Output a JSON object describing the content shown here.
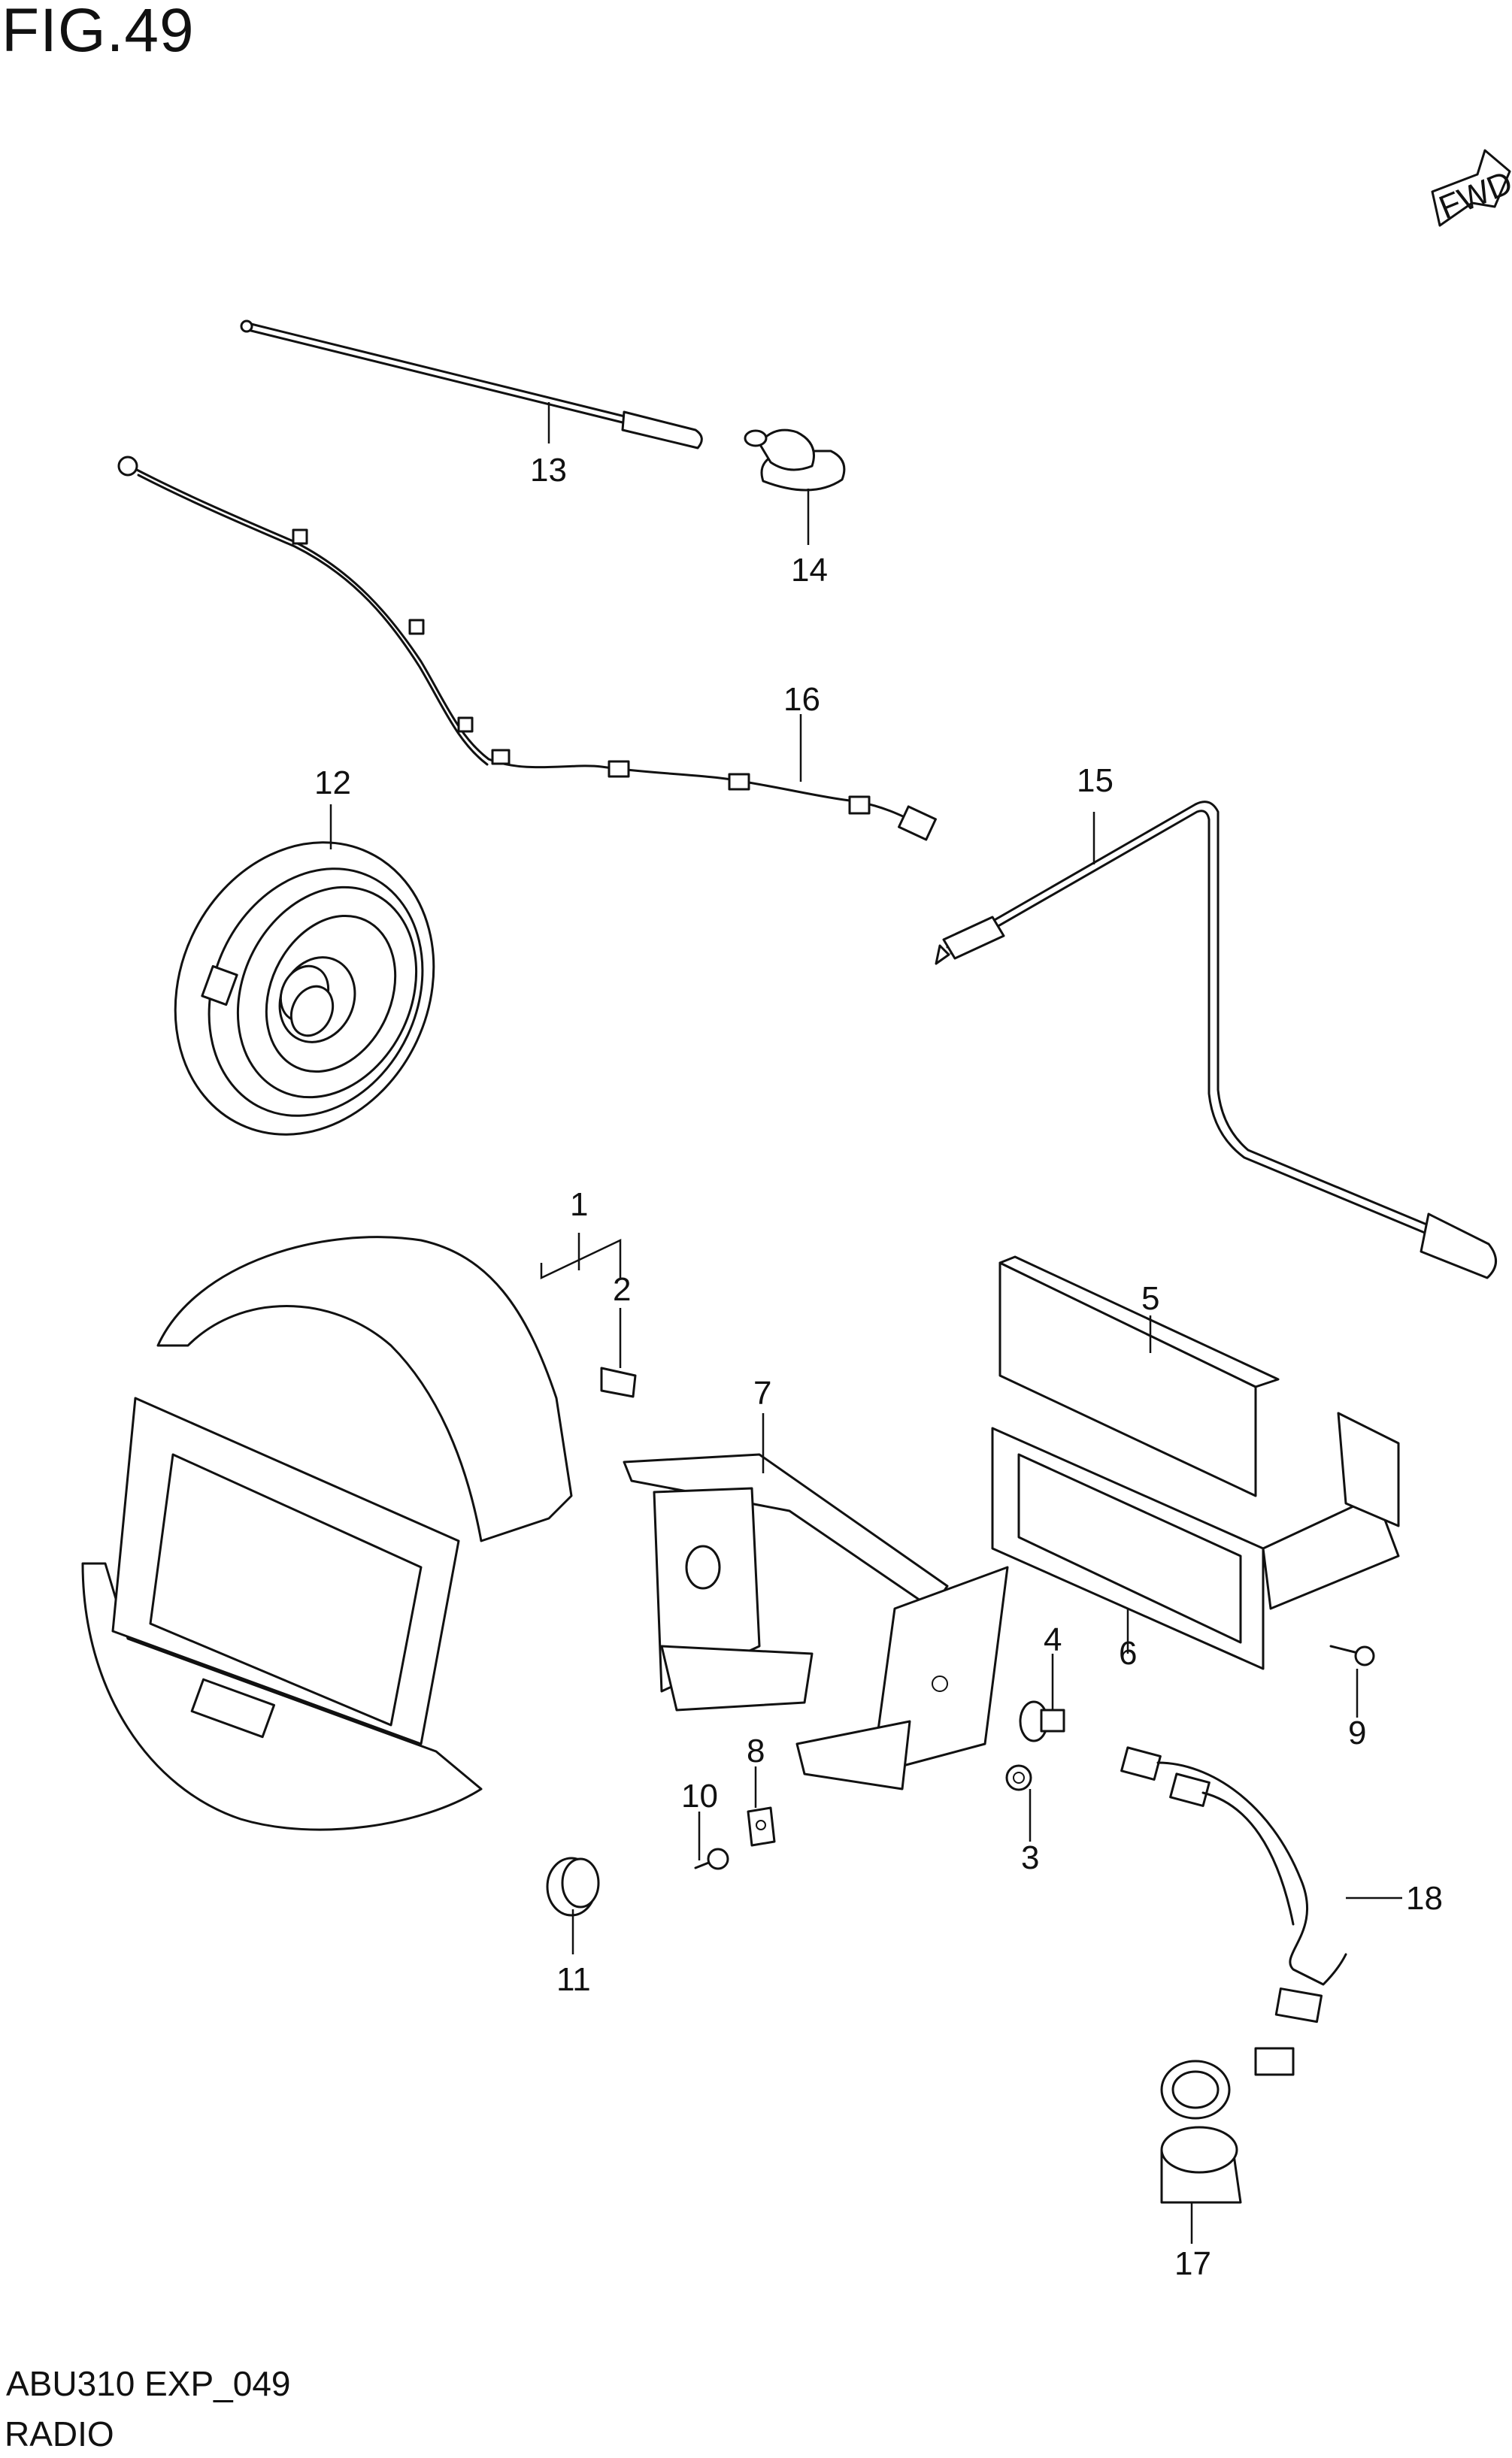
{
  "figure": {
    "title": "FIG.49",
    "code": "ABU310 EXP_049",
    "name": "RADIO"
  },
  "direction_badge": "FWD",
  "callouts": [
    "1",
    "2",
    "3",
    "4",
    "5",
    "6",
    "7",
    "8",
    "9",
    "10",
    "11",
    "12",
    "13",
    "14",
    "15",
    "16",
    "17",
    "18"
  ]
}
